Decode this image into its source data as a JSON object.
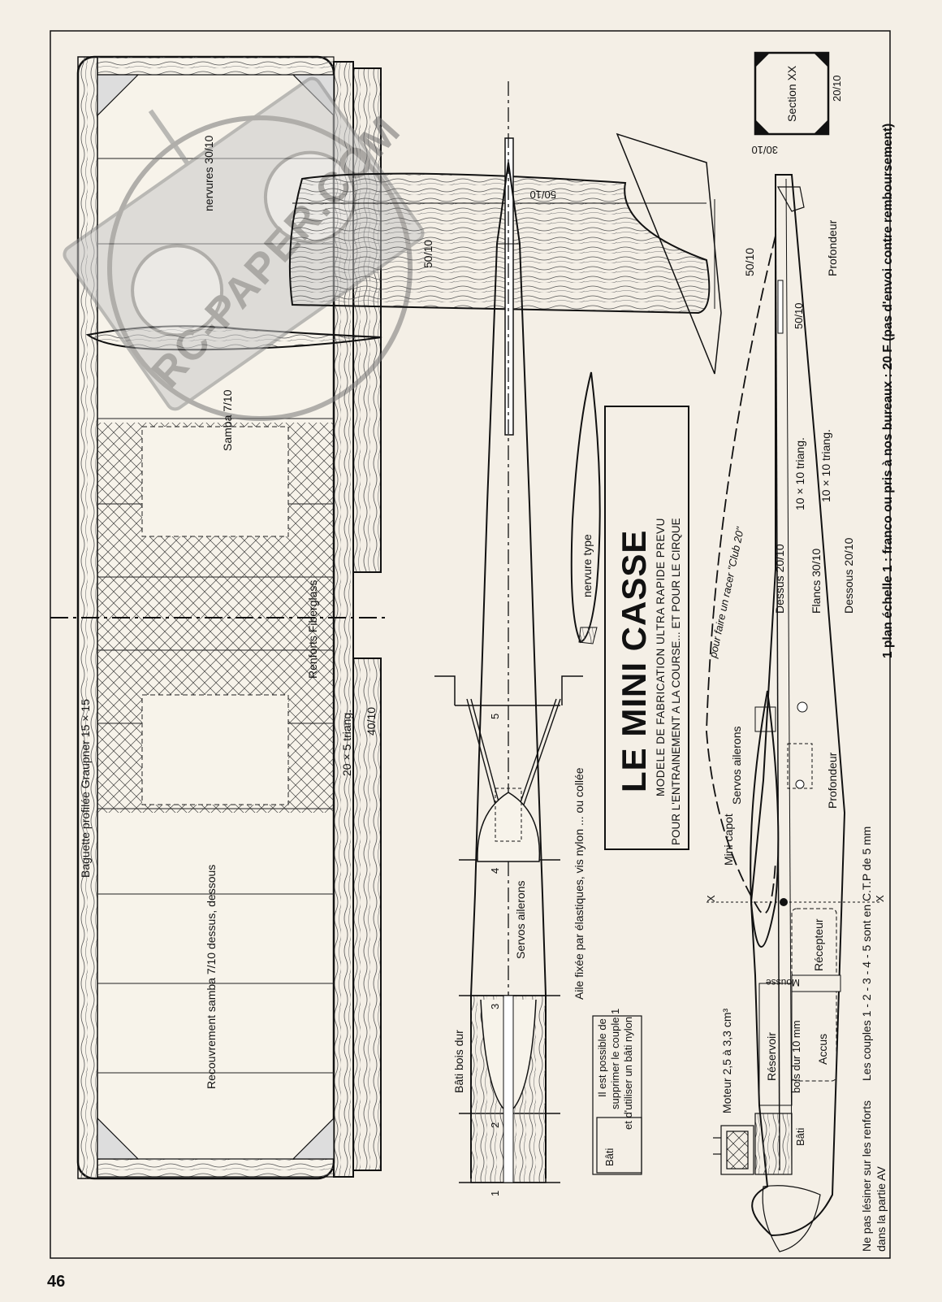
{
  "page_number": "46",
  "title": "LE MINI CASSE",
  "subtitle_lines": [
    "MODELE DE FABRICATION ULTRA RAPIDE PREVU",
    "POUR L'ENTRAINEMENT A LA COURSE... ET POUR LE CIRQUE"
  ],
  "watermark": "RC-PAPER.COM",
  "footer_note": "1 plan échelle 1 : franco ou pris à nos bureaux : 20 F (pas d'envoi contre remboursement)",
  "wing_labels": {
    "baguette": "Baguette profilée Graupner 15 × 15",
    "recouvrement": "Recouvrement samba 7/10 dessus, dessous",
    "nervures": "nervures 30/10",
    "samba": "Samba 7/10",
    "renforts": "Renforts Fiberglass",
    "triang": "20 × 5 triang.",
    "thickness": "40/10"
  },
  "tail_labels": {
    "stab_thick": "50/10",
    "stab_edge": "50/10",
    "section_title": "Section XX",
    "section_top": "20/10",
    "section_side": "30/10",
    "fin": "50/10",
    "fin_small": "50/10",
    "profondeur": "Profondeur"
  },
  "fuselage_labels": {
    "nervure_type": "nervure type",
    "servos": "Servos ailerons",
    "aile_fixee": "Aile fixée par élastiques, vis nylon ... ou collée",
    "bati_bois_dur": "Bâti bois dur",
    "note_couple": [
      "Il est possible de",
      "supprimer le couple 1",
      "et d'utiliser un bâti nylon"
    ],
    "bati": "Bâti",
    "couples": [
      "1",
      "2",
      "3",
      "4",
      "5"
    ]
  },
  "side_labels": {
    "racer": "pour faire un racer \"Club 20\"",
    "dessus": "Dessus 20/10",
    "flancs": "Flancs 30/10",
    "dessous": "Dessous 20/10",
    "triang_a": "10 × 10 triang.",
    "triang_b": "10 × 10 triang.",
    "servos_side": "Servos ailerons",
    "profondeur_side": "Profondeur",
    "mini_capot": "Mini capot",
    "recepteur": "Récepteur",
    "mousse": "Mousse",
    "accus": "Accus",
    "reservoir": "Réservoir",
    "bois_dur": "bois dur 10 mm",
    "bati_side": "Bâti",
    "moteur": "Moteur 2,5 à 3,3 cm³",
    "couples_note": "Les couples 1 - 2 - 3 - 4 - 5 sont en C.T.P de 5 mm",
    "lesiner": [
      "Ne pas lésiner sur les renforts",
      "dans la partie AV"
    ],
    "x_mark": "X"
  }
}
